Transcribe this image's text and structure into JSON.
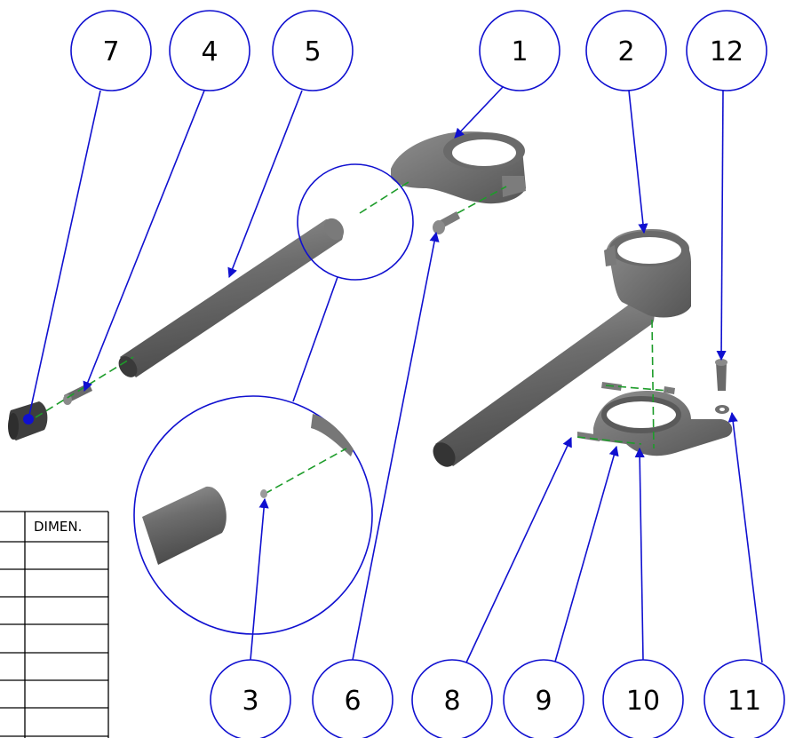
{
  "balloons": [
    {
      "label": "7"
    },
    {
      "label": "4"
    },
    {
      "label": "5"
    },
    {
      "label": "1"
    },
    {
      "label": "2"
    },
    {
      "label": "12"
    },
    {
      "label": "3"
    },
    {
      "label": "6"
    },
    {
      "label": "8"
    },
    {
      "label": "9"
    },
    {
      "label": "10"
    },
    {
      "label": "11"
    }
  ],
  "table": {
    "header": "DIMEN."
  },
  "colors": {
    "balloon": "#1010d0",
    "centerline": "#1d9c2a",
    "part": "#6e6e6e"
  }
}
